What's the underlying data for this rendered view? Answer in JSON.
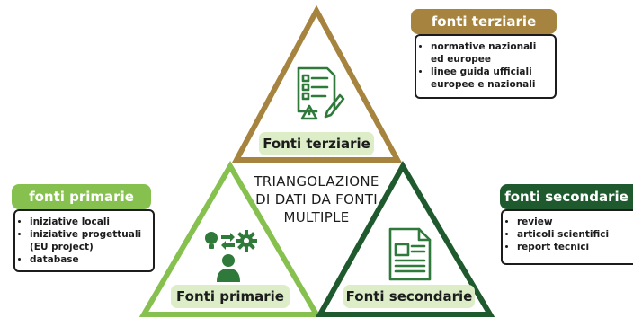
{
  "colors": {
    "tertiary": "#a6843f",
    "primary": "#86c150",
    "secondary": "#1f5a2e",
    "label_fill": "#dcedc8",
    "icon_green": "#2f7a3a"
  },
  "center_title": {
    "line1": "TRIANGOLAZIONE",
    "line2": "DI DATI DA FONTI",
    "line3": "MULTIPLE"
  },
  "tertiary": {
    "header": "fonti terziarie",
    "items": [
      "normative nazionali ed europee",
      "linee guida ufficiali europee e nazionali"
    ],
    "triangle_label": "Fonti terziarie",
    "icon": "checklist-icon"
  },
  "primary": {
    "header": "fonti primarie",
    "items": [
      "iniziative locali",
      "iniziative progettuali (EU project)",
      "database"
    ],
    "triangle_label": "Fonti primarie",
    "icon": "idea-gear-person-icon"
  },
  "secondary": {
    "header": "fonti secondarie",
    "items": [
      "review",
      "articoli scientifici",
      "report tecnici"
    ],
    "triangle_label": "Fonti secondarie",
    "icon": "document-icon"
  }
}
